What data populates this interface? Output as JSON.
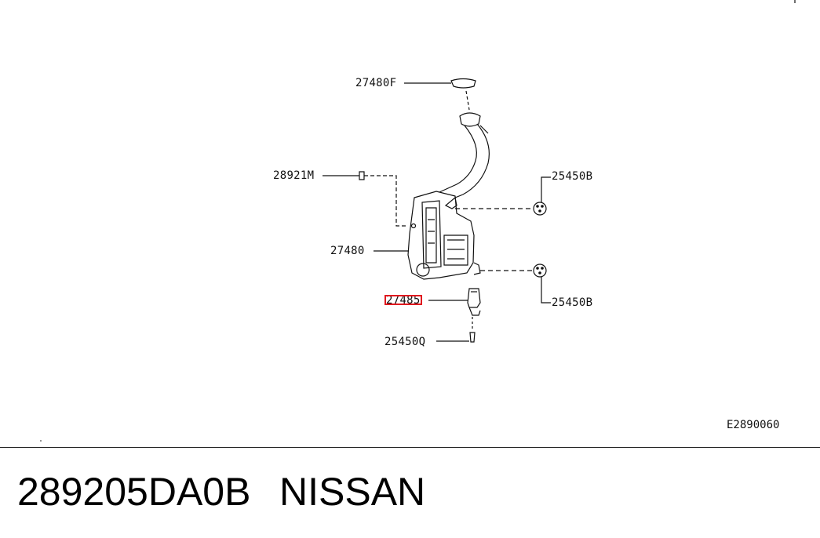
{
  "diagram": {
    "callouts": [
      {
        "id": "filler-cap",
        "label": "27480F"
      },
      {
        "id": "grommet",
        "label": "28921M"
      },
      {
        "id": "reservoir-tank",
        "label": "27480"
      },
      {
        "id": "pump-highlighted",
        "label": "27485"
      },
      {
        "id": "clip-upper",
        "label": "25450B"
      },
      {
        "id": "clip-lower",
        "label": "25450B"
      },
      {
        "id": "screw",
        "label": "25450Q"
      }
    ],
    "highlight_color": "#e0191f",
    "reference_code": "E2890060"
  },
  "footer": {
    "part_number": "289205DA0B",
    "brand": "NISSAN"
  }
}
